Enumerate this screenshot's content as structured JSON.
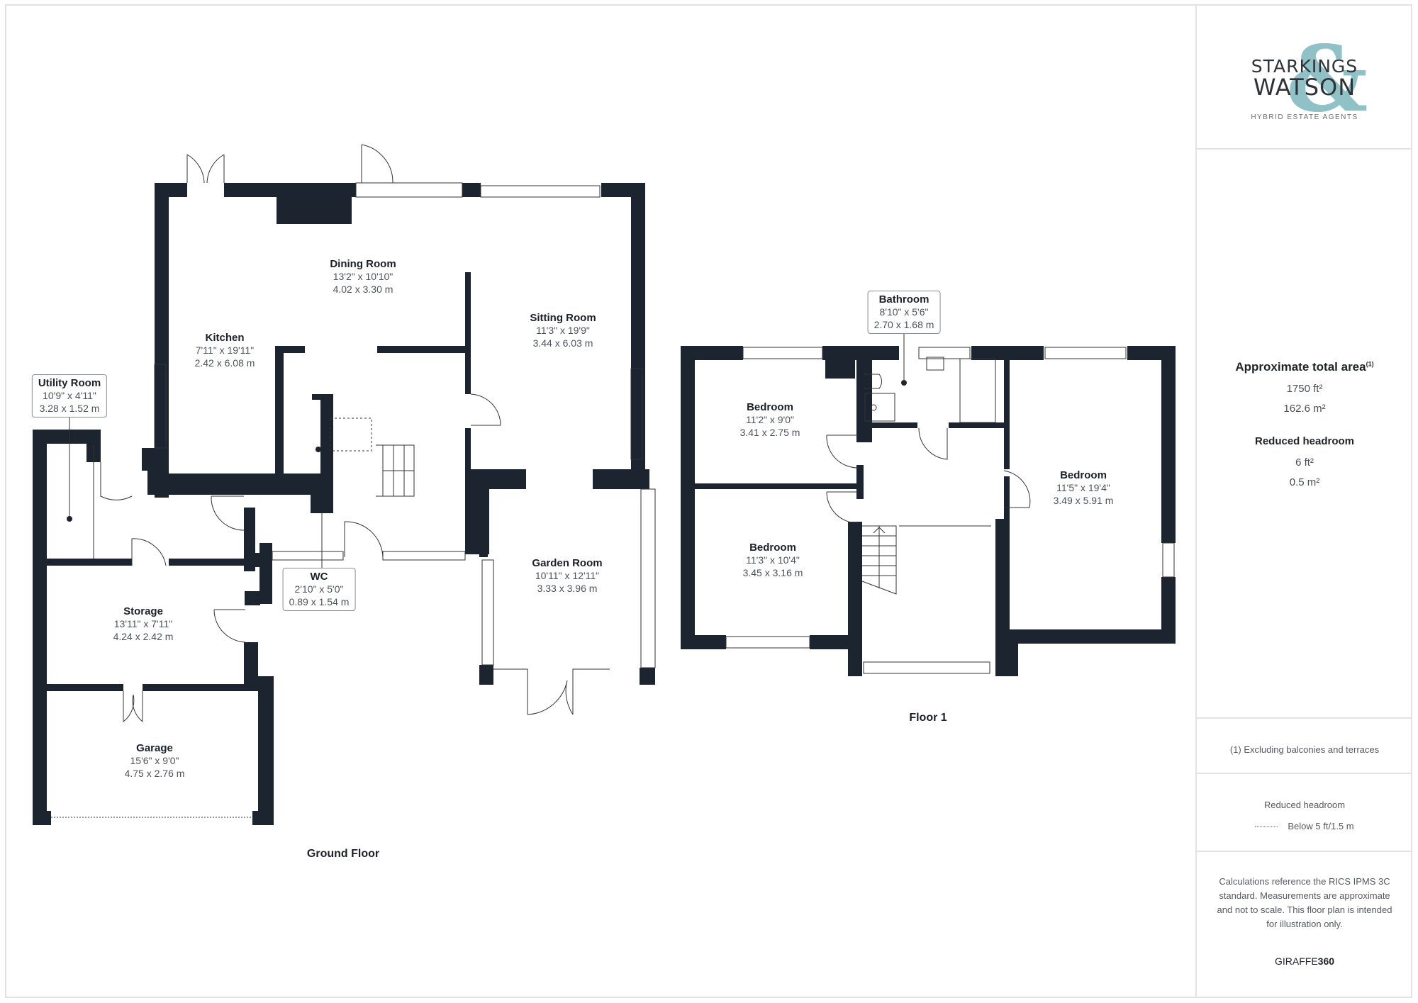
{
  "brand": {
    "line1": "STARKINGS",
    "line2": "WATSON",
    "ampersand": "&",
    "tagline": "HYBRID ESTATE AGENTS",
    "accent_color": "#8fc1c6"
  },
  "summary": {
    "area_title": "Approximate total area",
    "area_footnote_mark": "(1)",
    "area_ft2": "1750 ft²",
    "area_m2": "162.6 m²",
    "reduced_headroom_title": "Reduced headroom",
    "reduced_ft2": "6 ft²",
    "reduced_m2": "0.5 m²"
  },
  "footnote": "(1) Excluding balconies and terraces",
  "legend": {
    "title": "Reduced headroom",
    "item": "Below 5 ft/1.5 m"
  },
  "disclaimer": "Calculations reference the RICS IPMS 3C standard. Measurements are approximate and not to scale. This floor plan is intended for illustration only.",
  "credit": {
    "prefix": "GIRAFFE",
    "suffix": "360"
  },
  "colors": {
    "wall": "#1c2430",
    "frame": "#e2e2e2",
    "label_box": "#8a8f95"
  },
  "floors": [
    {
      "name": "Ground Floor",
      "rooms": [
        {
          "name": "Dining Room",
          "imperial": "13'2\" x 10'10\"",
          "metric": "4.02 x 3.30 m"
        },
        {
          "name": "Sitting Room",
          "imperial": "11'3\" x 19'9\"",
          "metric": "3.44 x 6.03 m"
        },
        {
          "name": "Kitchen",
          "imperial": "7'11\" x 19'11\"",
          "metric": "2.42 x 6.08 m"
        },
        {
          "name": "Utility Room",
          "imperial": "10'9\" x 4'11\"",
          "metric": "3.28 x 1.52 m"
        },
        {
          "name": "Storage",
          "imperial": "13'11\" x 7'11\"",
          "metric": "4.24 x 2.42 m"
        },
        {
          "name": "WC",
          "imperial": "2'10\" x 5'0\"",
          "metric": "0.89 x 1.54 m"
        },
        {
          "name": "Garden Room",
          "imperial": "10'11\" x 12'11\"",
          "metric": "3.33 x 3.96 m"
        },
        {
          "name": "Garage",
          "imperial": "15'6\" x 9'0\"",
          "metric": "4.75 x 2.76 m"
        }
      ]
    },
    {
      "name": "Floor 1",
      "rooms": [
        {
          "name": "Bathroom",
          "imperial": "8'10\" x 5'6\"",
          "metric": "2.70 x 1.68 m"
        },
        {
          "name": "Bedroom",
          "imperial": "11'2\" x 9'0\"",
          "metric": "3.41 x 2.75 m"
        },
        {
          "name": "Bedroom",
          "imperial": "11'3\" x 10'4\"",
          "metric": "3.45 x 3.16 m"
        },
        {
          "name": "Bedroom",
          "imperial": "11'5\" x 19'4\"",
          "metric": "3.49 x 5.91 m"
        }
      ]
    }
  ]
}
